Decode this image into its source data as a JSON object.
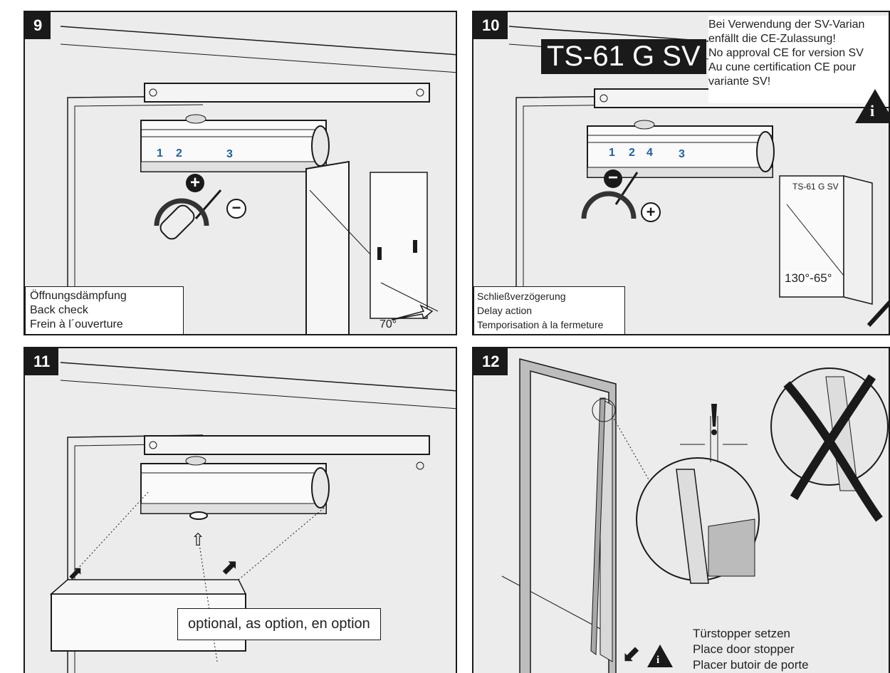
{
  "panels": {
    "p9": {
      "number": "9",
      "caption": [
        "Öffnungsdämpfung",
        "Back check",
        "Frein à l´ouverture"
      ],
      "valve_labels": [
        "1",
        "2",
        "3"
      ],
      "angle": "70°"
    },
    "p10": {
      "number": "10",
      "model": "TS-61 G SV",
      "notice": [
        "Bei Verwendung der SV-Varian",
        "enfällt die CE-Zulassung!",
        "No approval CE for version SV",
        "Au cune certification CE pour",
        "variante SV!"
      ],
      "caption": [
        "Schließverzögerung",
        "Delay action",
        "Temporisation à la fermeture"
      ],
      "valve_labels": [
        "1",
        "2",
        "4",
        "3"
      ],
      "door_label": "TS-61 G SV",
      "angle": "130°-65°"
    },
    "p11": {
      "number": "11",
      "option_label": "optional, as option, en option"
    },
    "p12": {
      "number": "12",
      "stopper": [
        "Türstopper setzen",
        "Place door stopper",
        "Placer butoir de porte"
      ]
    }
  },
  "colors": {
    "background": "#ececec",
    "stroke": "#1a1a1a",
    "accent_blue": "#1f5fa8"
  },
  "icons": [
    "plus-icon",
    "minus-icon",
    "warning-info-icon",
    "arrow-icon"
  ]
}
